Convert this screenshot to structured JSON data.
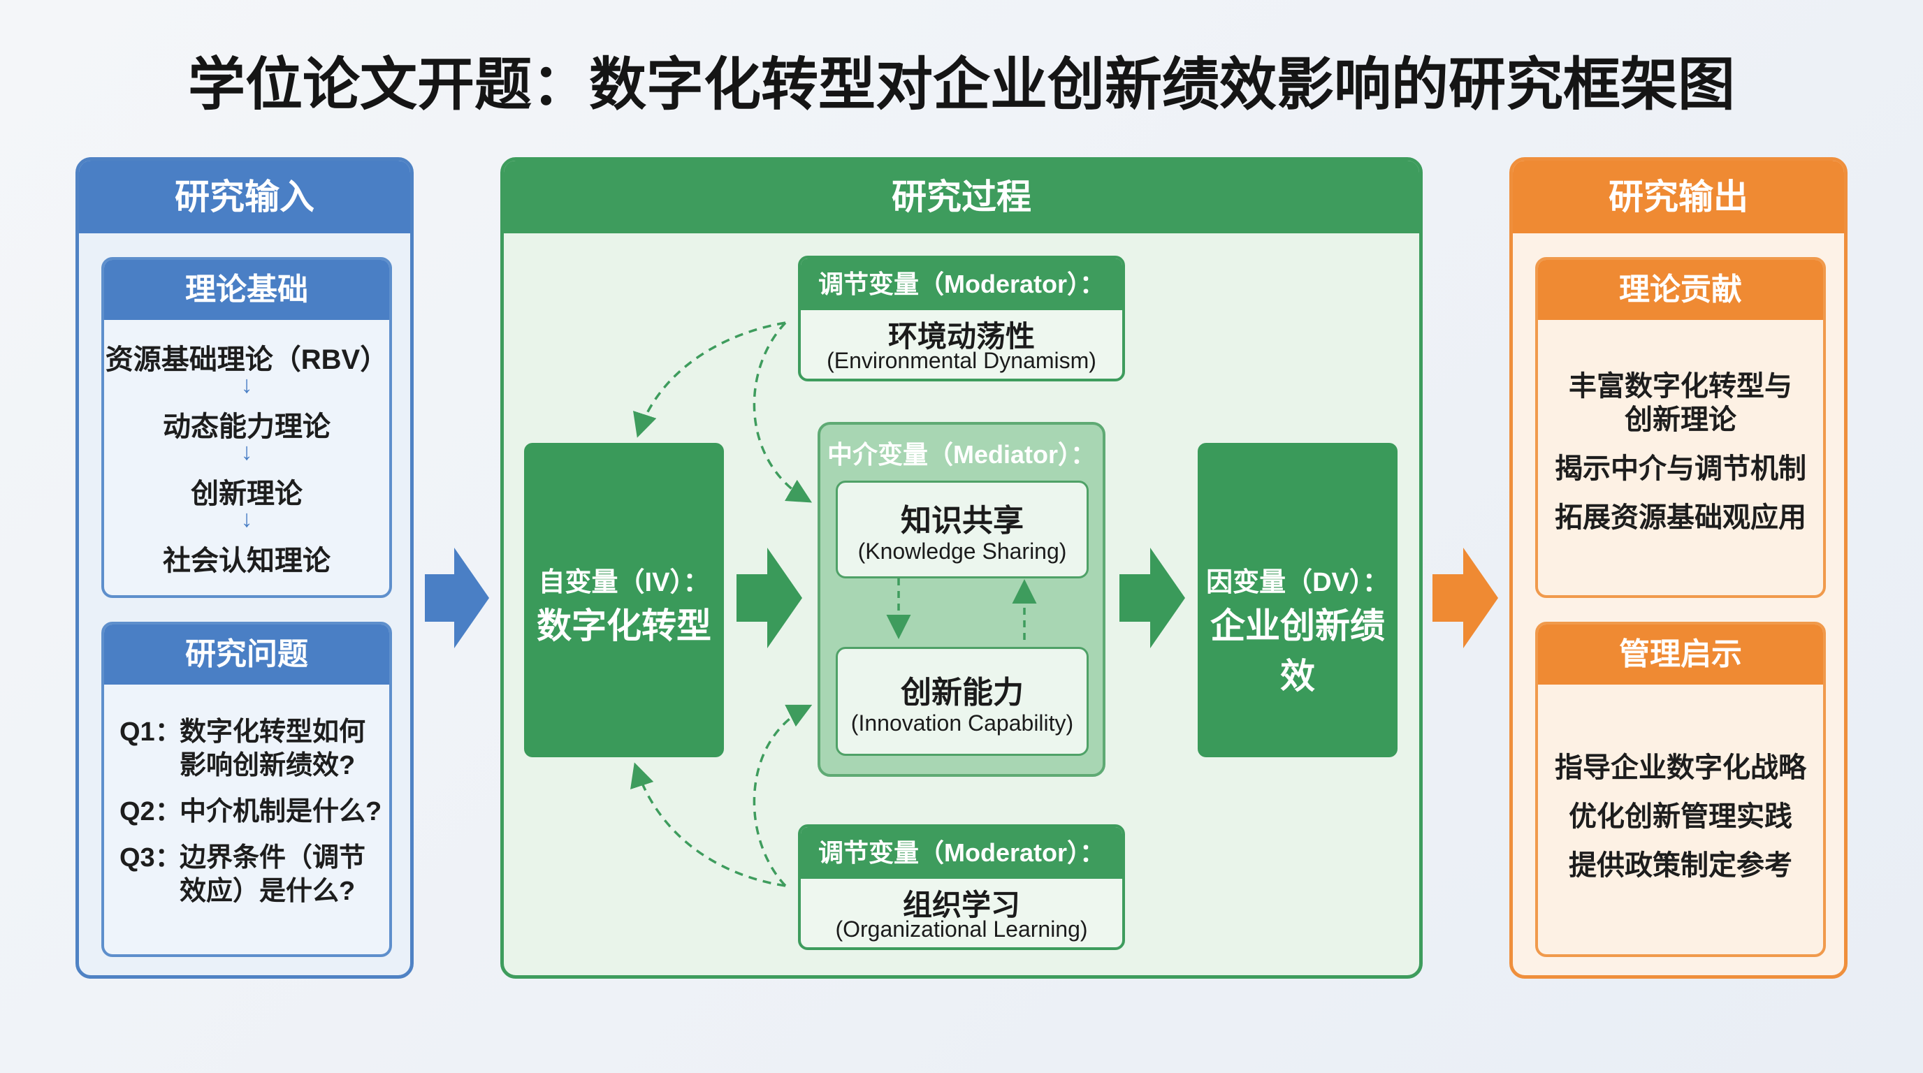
{
  "title": "学位论文开题：数字化转型对企业创新绩效影响的研究框架图",
  "input": {
    "header": "研究输入",
    "theory": {
      "header": "理论基础",
      "items": [
        "资源基础理论（RBV）",
        "动态能力理论",
        "创新理论",
        "社会认知理论"
      ]
    },
    "questions": {
      "header": "研究问题",
      "items": [
        {
          "num": "Q1：",
          "text": "数字化转型如何影响创新绩效?"
        },
        {
          "num": "Q2：",
          "text": "中介机制是什么?"
        },
        {
          "num": "Q3：",
          "text": "边界条件（调节效应）是什么?"
        }
      ]
    }
  },
  "process": {
    "header": "研究过程",
    "iv": {
      "label": "自变量（IV）：",
      "name": "数字化转型"
    },
    "dv": {
      "label": "因变量（DV）：",
      "name": "企业创新绩效"
    },
    "moderator_top": {
      "label": "调节变量（Moderator）：",
      "zh": "环境动荡性",
      "en": "(Environmental Dynamism)"
    },
    "moderator_bottom": {
      "label": "调节变量（Moderator）：",
      "zh": "组织学习",
      "en": "(Organizational Learning)"
    },
    "mediator": {
      "label": "中介变量（Mediator）：",
      "item1": {
        "zh": "知识共享",
        "en": "(Knowledge Sharing)"
      },
      "item2": {
        "zh": "创新能力",
        "en": "(Innovation Capability)"
      }
    }
  },
  "output": {
    "header": "研究输出",
    "theory": {
      "header": "理论贡献",
      "line1": "丰富数字化转型与",
      "line2": "创新理论",
      "line3": "揭示中介与调节机制",
      "line4": "拓展资源基础观应用"
    },
    "management": {
      "header": "管理启示",
      "items": [
        "指导企业数字化战略",
        "优化创新管理实践",
        "提供政策制定参考"
      ]
    }
  },
  "colors": {
    "blue": "#4a7fc5",
    "green": "#3e9c5d",
    "orange": "#ef8a33"
  }
}
